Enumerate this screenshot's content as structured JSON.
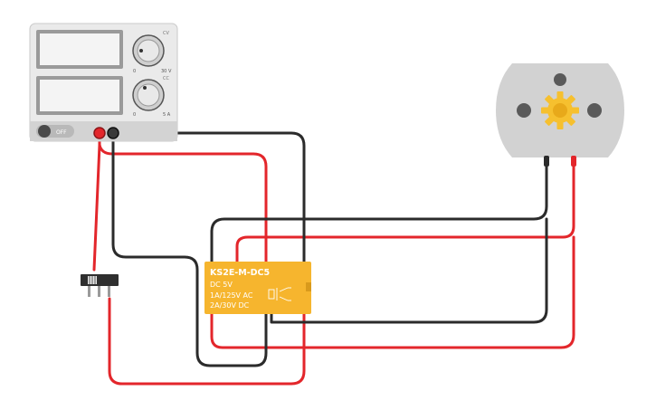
{
  "power_supply": {
    "off_label": "OFF",
    "knob_voltage": {
      "min": "0",
      "max": "30 V",
      "mode": "CV"
    },
    "knob_current": {
      "min": "0",
      "max": "5 A",
      "mode": "CC"
    }
  },
  "relay": {
    "model": "KS2E-M-DC5",
    "coil": "DC 5V",
    "rating_ac": "1A/125V AC",
    "rating_dc": "2A/30V  DC"
  },
  "colors": {
    "wire_red": "#e3262b",
    "wire_black": "#2b2b2b",
    "relay_body": "#f6b52e",
    "relay_edge": "#d99a1c",
    "relay_text": "#ffffff",
    "psu_body": "#eaeaea",
    "psu_panel": "#d3d3d3",
    "motor_body": "#d2d2d2",
    "gear": "#f6c02f"
  },
  "icons": {
    "gear": "gear-icon",
    "switch": "slide-switch-icon"
  }
}
